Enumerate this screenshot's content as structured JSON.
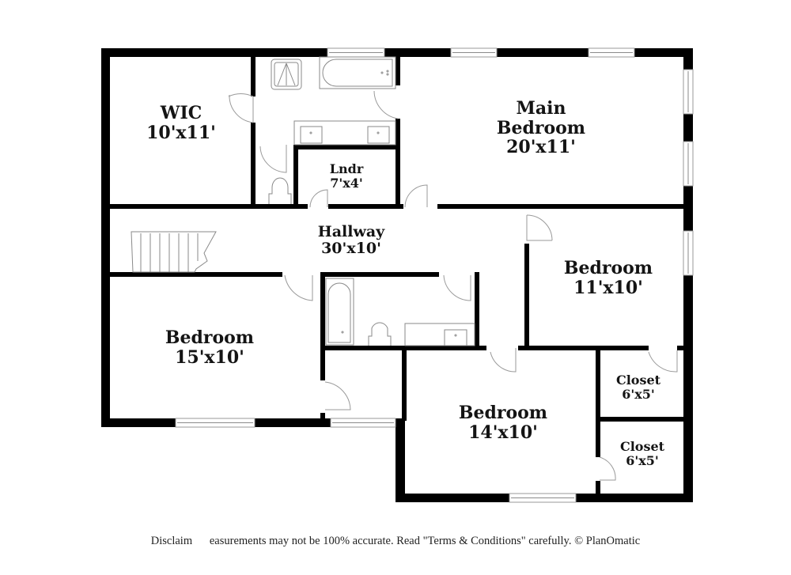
{
  "floorplan": {
    "rooms": [
      {
        "id": "wic",
        "name": "WIC",
        "dimensions": "10'x11'"
      },
      {
        "id": "main-bedroom",
        "name": "Main Bedroom",
        "name_lines": [
          "Main",
          "Bedroom"
        ],
        "dimensions": "20'x11'"
      },
      {
        "id": "laundry",
        "name": "Lndr",
        "dimensions": "7'x4'"
      },
      {
        "id": "hallway",
        "name": "Hallway",
        "dimensions": "30'x10'"
      },
      {
        "id": "bedroom-east",
        "name": "Bedroom",
        "dimensions": "11'x10'"
      },
      {
        "id": "bedroom-west",
        "name": "Bedroom",
        "dimensions": "15'x10'"
      },
      {
        "id": "bedroom-south",
        "name": "Bedroom",
        "dimensions": "14'x10'"
      },
      {
        "id": "closet-upper",
        "name": "Closet",
        "dimensions": "6'x5'"
      },
      {
        "id": "closet-lower",
        "name": "Closet",
        "dimensions": "6'x5'"
      }
    ],
    "fixtures": [
      "shower-icon",
      "bathtub-icon",
      "double-vanity-icon",
      "toilet-icon",
      "stairs-icon",
      "sink-icon"
    ],
    "colors": {
      "wall": "#000000",
      "fixture": "#8a8a8a",
      "background": "#ffffff",
      "text": "#141414"
    }
  },
  "footer": {
    "disclaimer": "Disclaim      easurements may not be 100% accurate. Read \"Terms & Conditions\" carefully. © PlanOmatic"
  }
}
